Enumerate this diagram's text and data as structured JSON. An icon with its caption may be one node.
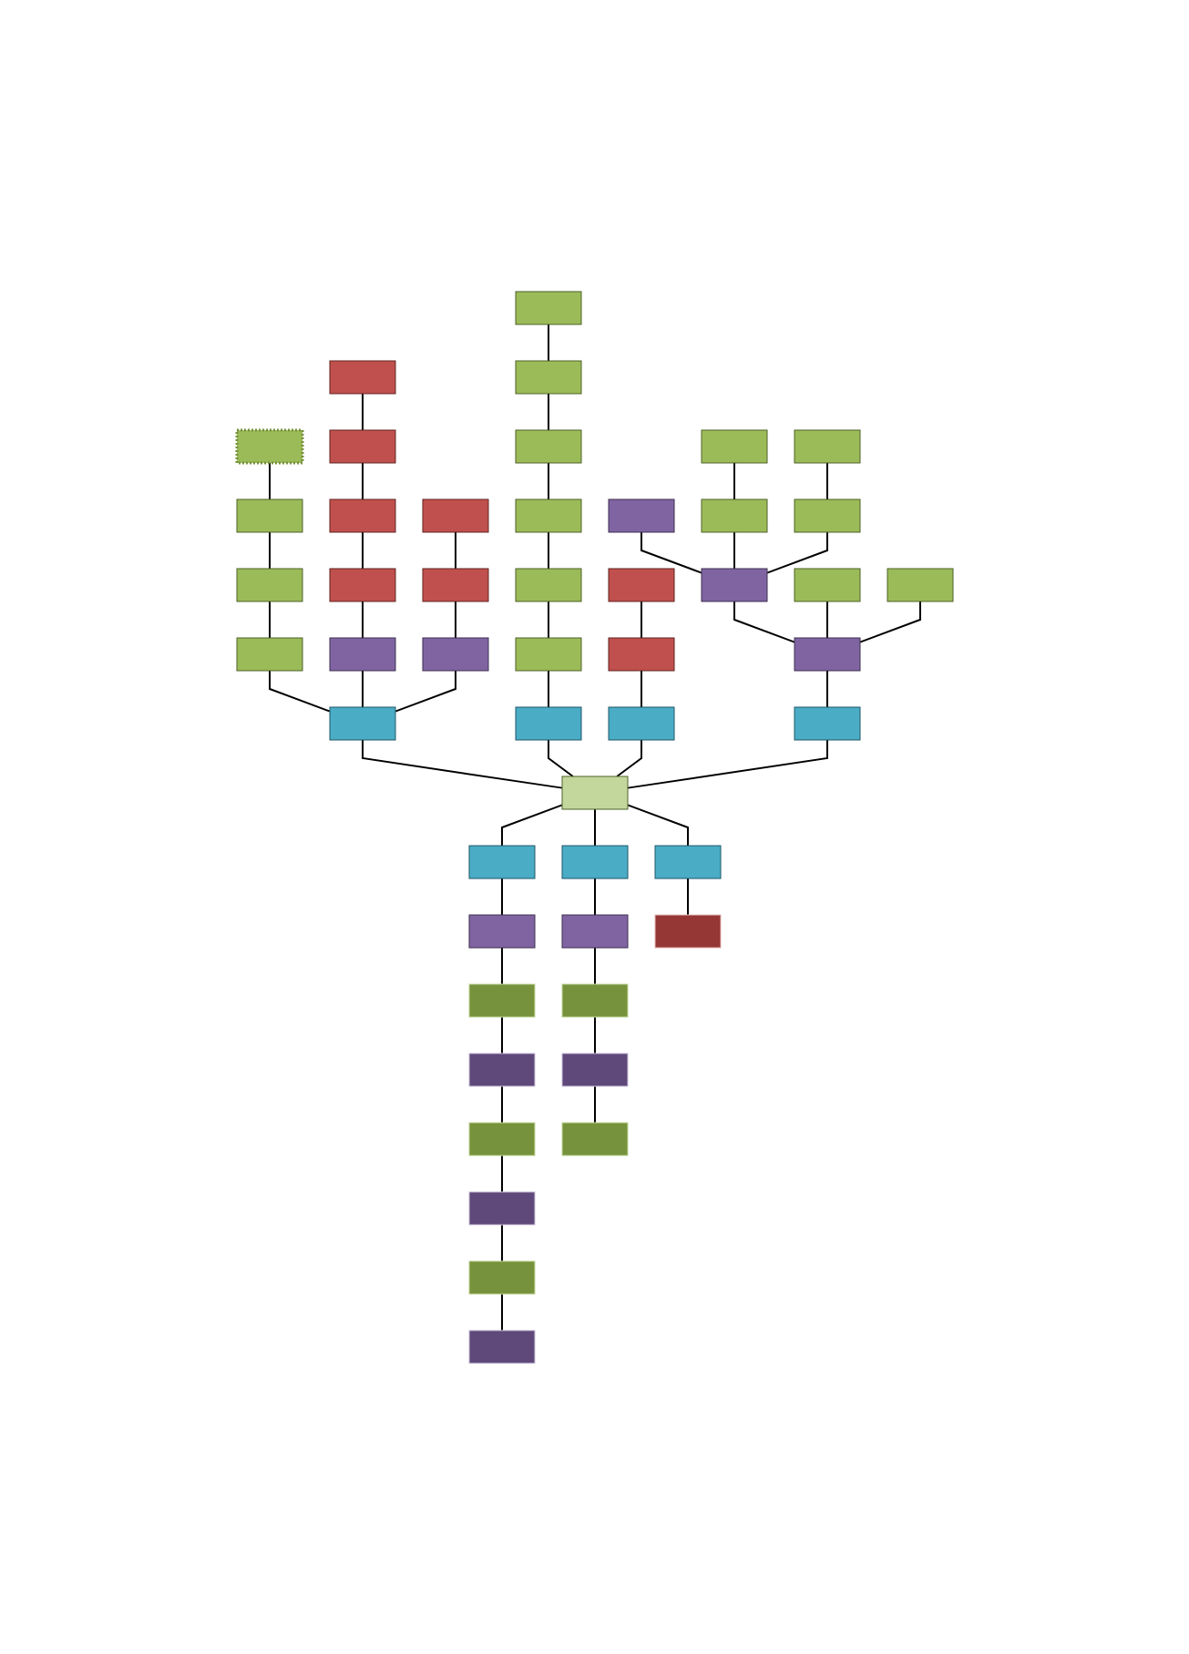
{
  "diagram": {
    "nodes": [
      {
        "text": [],
        "shape": "box"
      },
      {
        "text": [],
        "shape": "box"
      },
      {
        "text": [],
        "shape": "box"
      },
      {
        "text": [],
        "shape": "box"
      },
      {
        "text": [],
        "shape": "box"
      },
      {
        "text": [],
        "shape": "box"
      },
      {
        "text": [],
        "shape": "box"
      },
      {
        "text": [],
        "shape": "box"
      },
      {
        "text": [],
        "shape": "box"
      },
      {
        "text": [],
        "shape": "box"
      },
      {
        "text": [],
        "shape": "box"
      },
      {
        "text": [],
        "shape": "box"
      },
      {
        "text": [],
        "shape": "box"
      },
      {
        "text": [],
        "shape": "box"
      },
      {
        "text": [],
        "shape": "box"
      },
      {
        "text": [],
        "shape": "box"
      },
      {
        "text": [],
        "shape": "box"
      },
      {
        "text": [],
        "shape": "box"
      },
      {
        "text": [],
        "shape": "box"
      },
      {
        "text": [],
        "shape": "box"
      },
      {
        "text": [],
        "shape": "box"
      },
      {
        "text": [],
        "shape": "box"
      },
      {
        "text": [],
        "shape": "box"
      },
      {
        "text": [],
        "shape": "box"
      },
      {
        "text": [],
        "shape": "box"
      },
      {
        "text": [],
        "shape": "box"
      },
      {
        "text": [],
        "shape": "box"
      },
      {
        "text": [],
        "shape": "box"
      },
      {
        "text": [],
        "shape": "box"
      },
      {
        "text": [],
        "shape": "box"
      },
      {
        "text": [],
        "shape": "box"
      },
      {
        "text": [],
        "shape": "box"
      },
      {
        "text": [],
        "shape": "box"
      },
      {
        "text": [],
        "shape": "box"
      },
      {
        "text": [],
        "shape": "box"
      },
      {
        "text": [],
        "shape": "box"
      },
      {
        "text": [],
        "shape": "box"
      },
      {
        "text": [],
        "shape": "box"
      },
      {
        "text": [],
        "shape": "box"
      },
      {
        "text": [],
        "shape": "box"
      },
      {
        "text": [],
        "shape": "box"
      },
      {
        "text": [],
        "shape": "box"
      },
      {
        "text": [],
        "shape": "box"
      },
      {
        "text": [],
        "shape": "box"
      },
      {
        "text": [],
        "shape": "box"
      },
      {
        "text": [],
        "shape": "box"
      },
      {
        "text": [],
        "shape": "box"
      },
      {
        "text": [],
        "shape": "box"
      },
      {
        "text": [],
        "shape": "box"
      }
    ],
    "edges": [
      {
        "from": 0,
        "to": 1,
        "arrow": "none"
      },
      {
        "from": 1,
        "to": 7,
        "arrow": "none"
      },
      {
        "from": 7,
        "to": 11,
        "arrow": "none"
      },
      {
        "from": 11,
        "to": 33,
        "arrow": "none"
      },
      {
        "from": 12,
        "to": 16,
        "arrow": "none"
      },
      {
        "from": 16,
        "to": 20,
        "arrow": "none"
      },
      {
        "from": 20,
        "to": 26,
        "arrow": "none"
      },
      {
        "from": 26,
        "to": 31,
        "arrow": "none"
      },
      {
        "from": 31,
        "to": 33,
        "arrow": "none"
      },
      {
        "from": 21,
        "to": 25,
        "arrow": "none"
      },
      {
        "from": 25,
        "to": 30,
        "arrow": "none"
      },
      {
        "from": 30,
        "to": 33,
        "arrow": "none"
      },
      {
        "from": 33,
        "to": 32,
        "arrow": "none"
      },
      {
        "from": 3,
        "to": 4,
        "arrow": "none"
      },
      {
        "from": 4,
        "to": 8,
        "arrow": "none"
      },
      {
        "from": 8,
        "to": 14,
        "arrow": "none"
      },
      {
        "from": 14,
        "to": 19,
        "arrow": "none"
      },
      {
        "from": 19,
        "to": 23,
        "arrow": "none"
      },
      {
        "from": 23,
        "to": 27,
        "arrow": "none"
      },
      {
        "from": 27,
        "to": 32,
        "arrow": "none"
      },
      {
        "from": 15,
        "to": 22,
        "arrow": "none"
      },
      {
        "from": 22,
        "to": 28,
        "arrow": "none"
      },
      {
        "from": 28,
        "to": 32,
        "arrow": "none"
      },
      {
        "from": 2,
        "to": 13,
        "arrow": "none"
      },
      {
        "from": 5,
        "to": 9,
        "arrow": "none"
      },
      {
        "from": 9,
        "to": 13,
        "arrow": "none"
      },
      {
        "from": 6,
        "to": 10,
        "arrow": "none"
      },
      {
        "from": 10,
        "to": 13,
        "arrow": "none"
      },
      {
        "from": 13,
        "to": 24,
        "arrow": "none"
      },
      {
        "from": 17,
        "to": 24,
        "arrow": "none"
      },
      {
        "from": 18,
        "to": 24,
        "arrow": "none"
      },
      {
        "from": 24,
        "to": 29,
        "arrow": "none"
      },
      {
        "from": 29,
        "to": 32,
        "arrow": "none"
      },
      {
        "from": 32,
        "to": 34,
        "arrow": "none"
      },
      {
        "from": 32,
        "to": 35,
        "arrow": "none"
      },
      {
        "from": 32,
        "to": 36,
        "arrow": "none"
      },
      {
        "from": 34,
        "to": 37,
        "arrow": "none"
      },
      {
        "from": 37,
        "to": 40,
        "arrow": "none"
      },
      {
        "from": 40,
        "to": 42,
        "arrow": "none"
      },
      {
        "from": 42,
        "to": 45,
        "arrow": "none"
      },
      {
        "from": 45,
        "to": 47,
        "arrow": "none"
      },
      {
        "from": 47,
        "to": 48,
        "arrow": "none"
      },
      {
        "from": 48,
        "to": 44,
        "arrow": "none"
      },
      {
        "from": 35,
        "to": 38,
        "arrow": "none"
      },
      {
        "from": 38,
        "to": 41,
        "arrow": "none"
      },
      {
        "from": 41,
        "to": 43,
        "arrow": "none"
      },
      {
        "from": 43,
        "to": 46,
        "arrow": "none"
      },
      {
        "from": 36,
        "to": 39,
        "arrow": "none"
      }
    ]
  }
}
